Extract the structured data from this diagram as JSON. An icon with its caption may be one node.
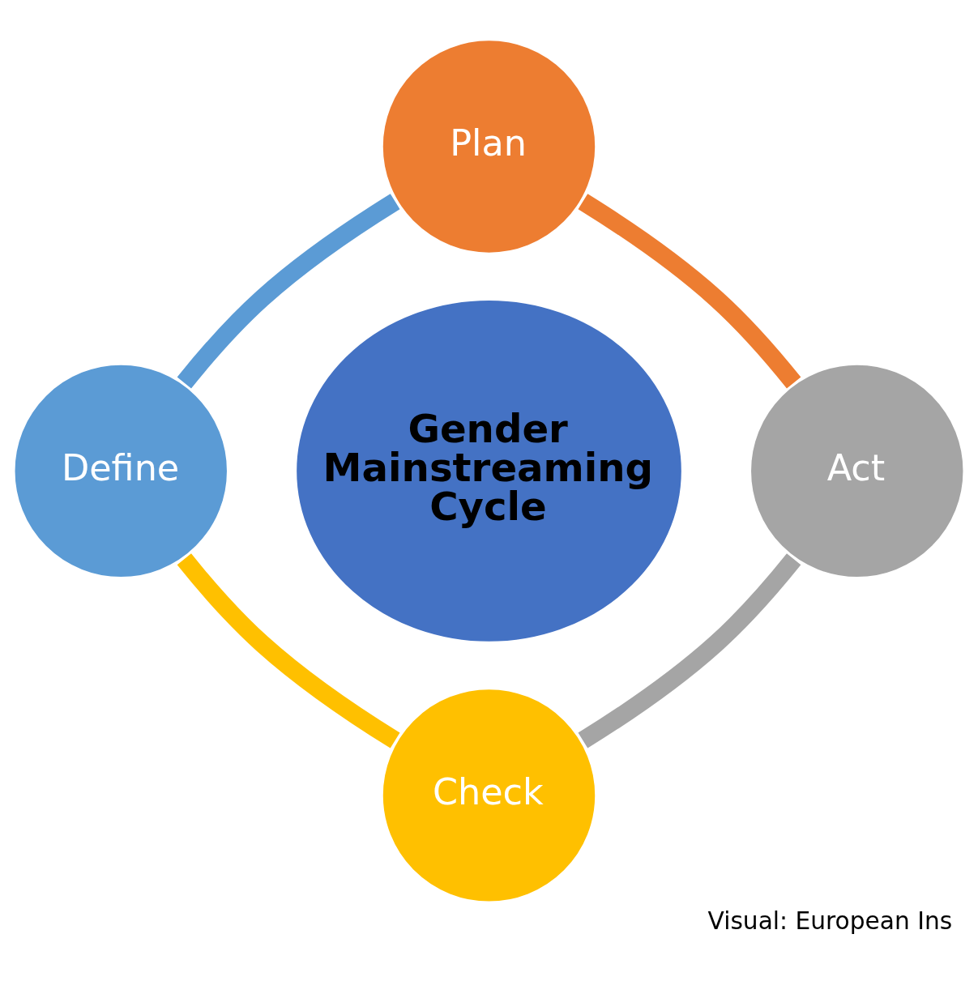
{
  "diagram": {
    "caption": "Visual: European Ins",
    "nodes": [
      {
        "text": [
          "Gender Mainstreaming Cycle"
        ]
      },
      {
        "text": [
          "Plan"
        ]
      },
      {
        "text": [
          "Act"
        ]
      },
      {
        "text": [
          "Check"
        ]
      },
      {
        "text": [
          "Define"
        ]
      }
    ],
    "edges": [
      {
        "from": 1,
        "to": 2,
        "arrow": "none",
        "color": "#ed7d31"
      },
      {
        "from": 2,
        "to": 3,
        "arrow": "none",
        "color": "#a5a5a5"
      },
      {
        "from": 3,
        "to": 4,
        "arrow": "none",
        "color": "#ffc000"
      },
      {
        "from": 4,
        "to": 1,
        "arrow": "none",
        "color": "#5b9bd5"
      }
    ]
  }
}
